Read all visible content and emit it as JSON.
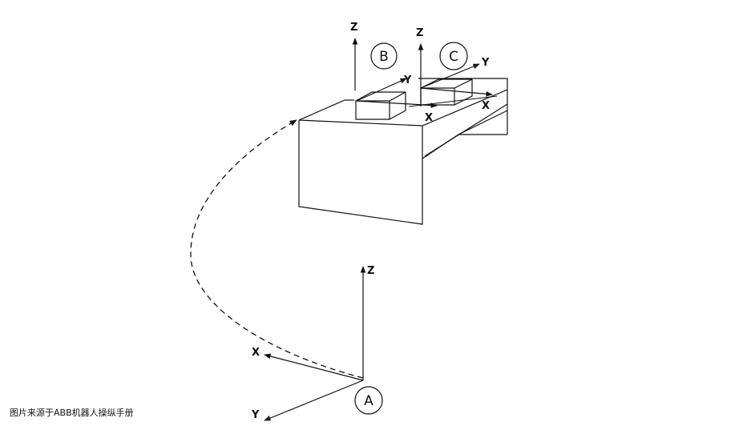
{
  "caption": "图片来源于ABB机器人操纵手册",
  "frames": {
    "A": {
      "circle_label": "A",
      "x": "X",
      "y": "Y",
      "z": "Z"
    },
    "B": {
      "circle_label": "B",
      "x": "X",
      "y": "Y",
      "z": "Z"
    },
    "C": {
      "circle_label": "C",
      "x": "X",
      "y": "Y",
      "z": "Z"
    }
  }
}
